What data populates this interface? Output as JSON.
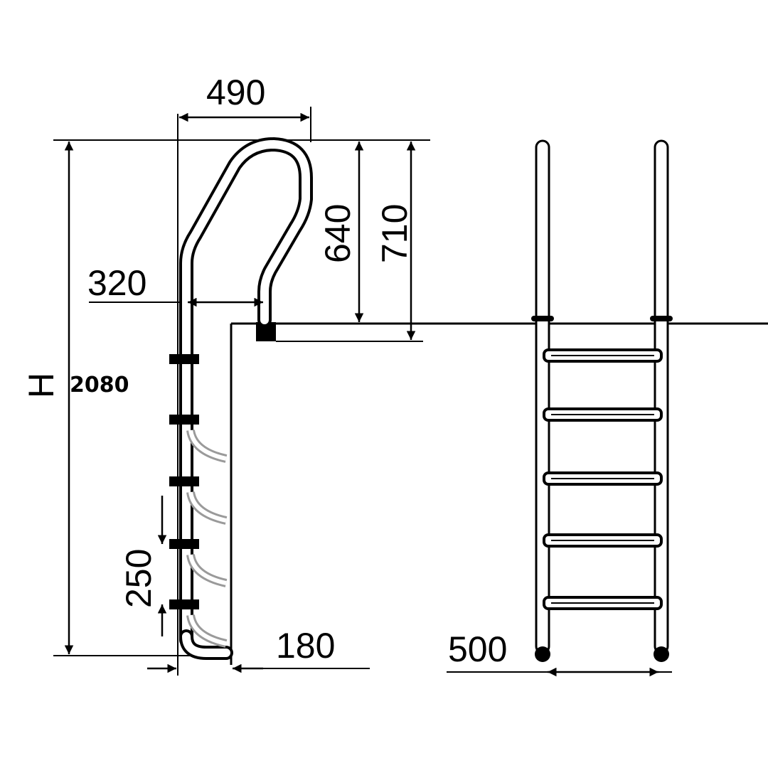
{
  "title": "Pool ladder dimension drawing",
  "dimensions": {
    "handrail_width": "490",
    "handrail_height_above_deck": "640",
    "handrail_height_total": "710",
    "handrail_offset": "320",
    "height_label": "H",
    "height_value": "2080",
    "step_spacing": "250",
    "wall_offset": "180",
    "ladder_width": "500"
  },
  "colors": {
    "line": "#000000",
    "step_ghost": "#9a9a9a"
  }
}
